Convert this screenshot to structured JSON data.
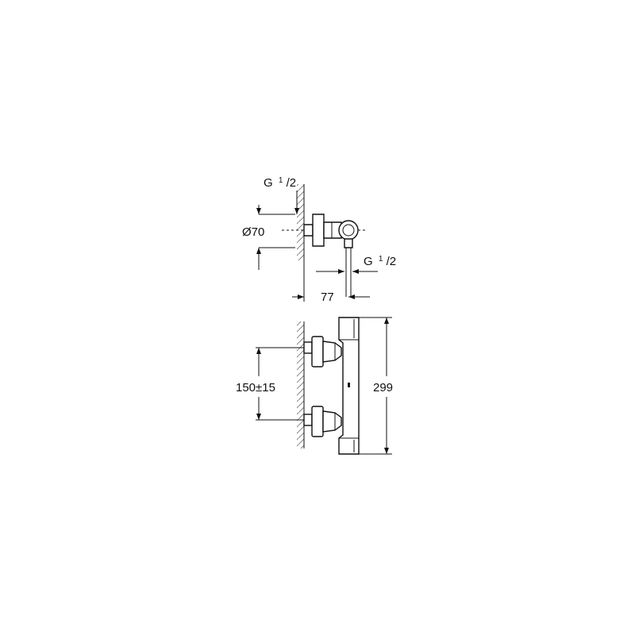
{
  "dimensions": {
    "inlet_thread_prefix": "G",
    "inlet_thread_sup": "1",
    "inlet_thread_sub": "/2",
    "outlet_thread_prefix": "G",
    "outlet_thread_sup": "1",
    "outlet_thread_sub": "/2",
    "diameter": "Ø70",
    "projection": "77",
    "centres": "150±15",
    "length": "299"
  }
}
